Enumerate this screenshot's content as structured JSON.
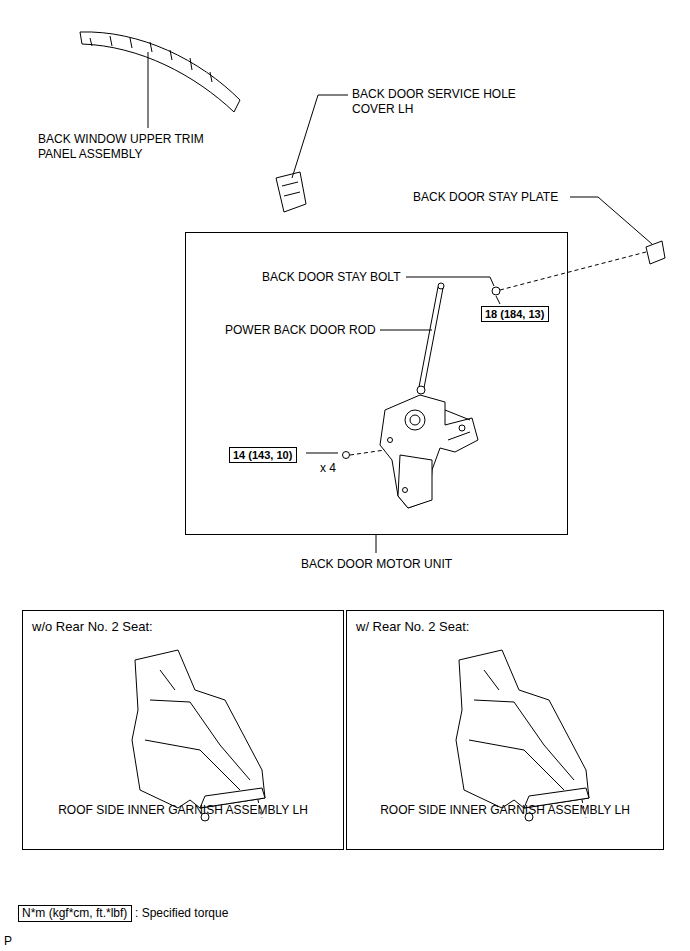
{
  "diagram": {
    "nodes": [
      {
        "text": [
          "BACK DOOR MOTOR UNIT"
        ]
      },
      {
        "text": [
          "18 (184, 13)"
        ],
        "in": 0
      },
      {
        "text": [
          "14 (143, 10)"
        ],
        "in": 0
      },
      {
        "text": [
          "w/o Rear No. 2 Seat:",
          "ROOF SIDE INNER GARNISH ASSEMBLY LH"
        ]
      },
      {
        "text": [
          "w/ Rear No. 2 Seat:",
          "ROOF SIDE INNER GARNISH ASSEMBLY LH"
        ]
      },
      {
        "text": [
          "N*m (kgf*cm, ft.*lbf)"
        ]
      }
    ],
    "labels": [
      "BACK WINDOW UPPER TRIM PANEL ASSEMBLY",
      "BACK DOOR SERVICE HOLE COVER LH",
      "BACK DOOR STAY PLATE",
      "BACK DOOR STAY BOLT",
      "POWER BACK DOOR ROD",
      "x 4",
      "P"
    ],
    "legend": [
      {
        "text": ": Specified torque"
      }
    ]
  }
}
